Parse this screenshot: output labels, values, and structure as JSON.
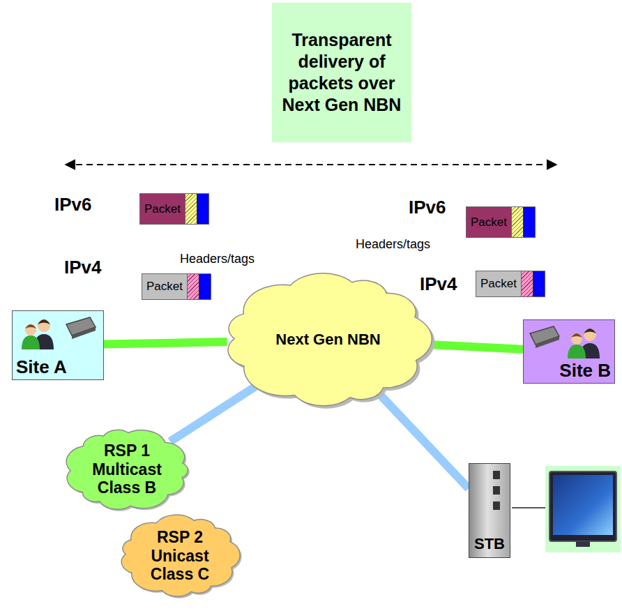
{
  "diagram": {
    "nodes": [
      {
        "text": [
          "Transparent delivery of packets over Next Gen NBN"
        ]
      },
      {
        "text": [
          "Packet"
        ]
      },
      {
        "text": [
          "Packet"
        ]
      },
      {
        "text": [
          "Packet"
        ]
      },
      {
        "text": [
          "Packet"
        ]
      },
      {
        "text": [
          "Site A"
        ]
      },
      {
        "text": [
          "Next Gen NBN"
        ]
      },
      {
        "text": [
          "Site B"
        ]
      },
      {
        "text": [
          "RSP 1 Multicast Class B"
        ]
      },
      {
        "text": [
          "RSP 2 Unicast Class C"
        ]
      },
      {
        "text": [
          "STB"
        ]
      }
    ],
    "edges": [
      {
        "from": 5,
        "to": 6,
        "arrow": "none"
      },
      {
        "from": 6,
        "to": 7,
        "arrow": "none"
      },
      {
        "from": 8,
        "to": 6,
        "arrow": "none"
      },
      {
        "from": 6,
        "to": 10,
        "arrow": "none"
      }
    ],
    "labels": [
      "IPv6",
      "IPv4",
      "Headers/tags",
      "IPv6",
      "Headers/tags",
      "IPv4"
    ]
  }
}
